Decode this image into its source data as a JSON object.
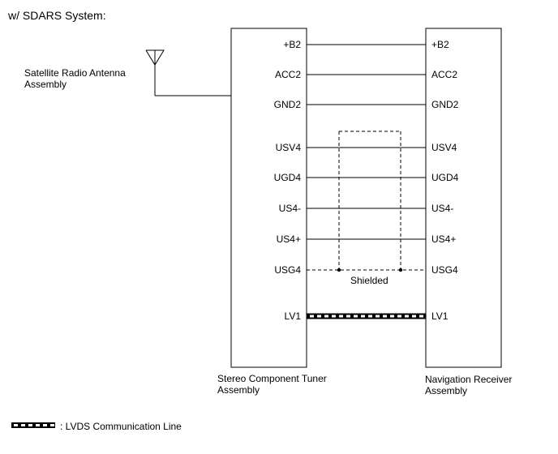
{
  "header": {
    "title": "w/ SDARS System:"
  },
  "antenna": {
    "label_line1": "Satellite Radio Antenna",
    "label_line2": "Assembly"
  },
  "tuner": {
    "label_line1": "Stereo Component Tuner",
    "label_line2": "Assembly"
  },
  "receiver": {
    "label_line1": "Navigation Receiver",
    "label_line2": "Assembly"
  },
  "signals": [
    {
      "left": "+B2",
      "right": "+B2",
      "line": "solid"
    },
    {
      "left": "ACC2",
      "right": "ACC2",
      "line": "solid"
    },
    {
      "left": "GND2",
      "right": "GND2",
      "line": "solid"
    },
    {
      "left": "USV4",
      "right": "USV4",
      "line": "solid"
    },
    {
      "left": "UGD4",
      "right": "UGD4",
      "line": "solid"
    },
    {
      "left": "US4-",
      "right": "US4-",
      "line": "solid"
    },
    {
      "left": "US4+",
      "right": "US4+",
      "line": "solid"
    },
    {
      "left": "USG4",
      "right": "USG4",
      "line": "dashed"
    },
    {
      "left": "LV1",
      "right": "LV1",
      "line": "lvds"
    }
  ],
  "shield": {
    "label": "Shielded"
  },
  "legend": {
    "label": ": LVDS Communication Line"
  }
}
